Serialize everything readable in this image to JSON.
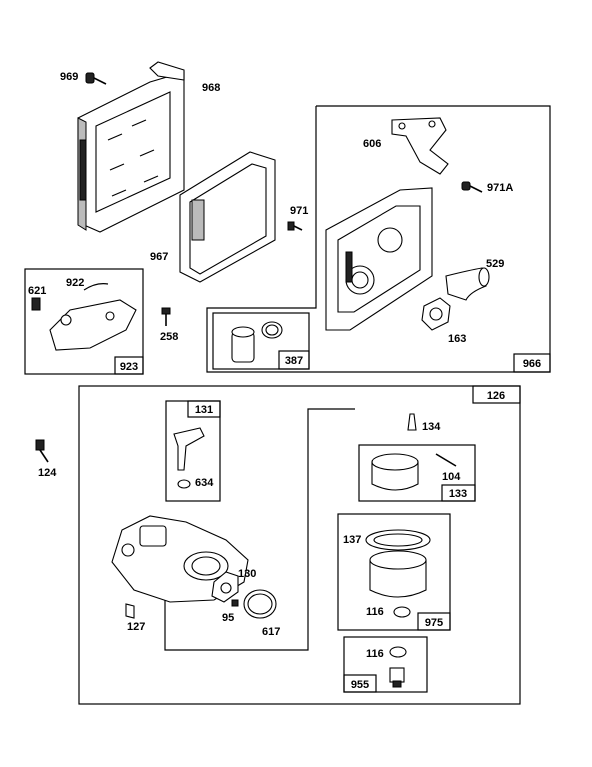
{
  "parts": {
    "p969": "969",
    "p968": "968",
    "p967": "967",
    "p606": "606",
    "p971a": "971A",
    "p971": "971",
    "p529": "529",
    "p163": "163",
    "p621": "621",
    "p922": "922",
    "p258": "258",
    "p124": "124",
    "p134": "134",
    "p104": "104",
    "p634": "634",
    "p137": "137",
    "p130": "130",
    "p127": "127",
    "p95": "95",
    "p617": "617",
    "p116a": "116",
    "p116b": "116"
  },
  "boxes": {
    "b923": "923",
    "b387": "387",
    "b966": "966",
    "b126": "126",
    "b131": "131",
    "b133": "133",
    "b975": "975",
    "b955": "955"
  }
}
